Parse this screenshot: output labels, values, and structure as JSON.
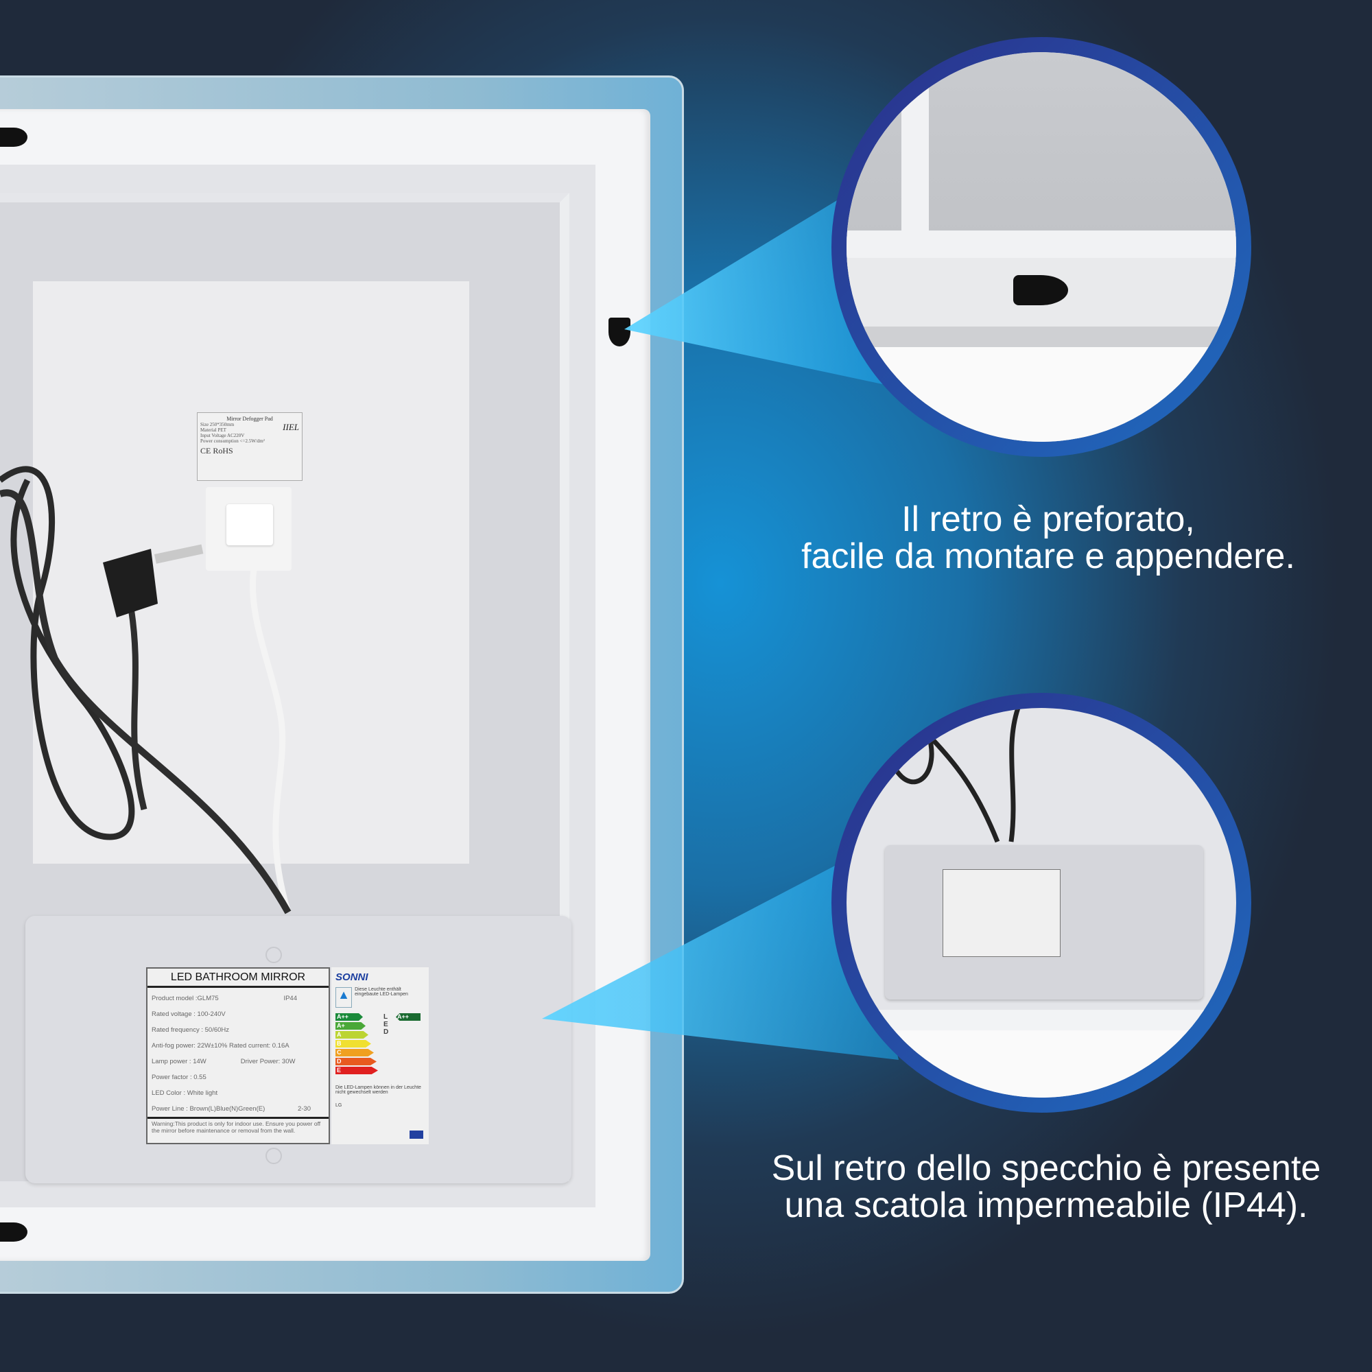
{
  "captions": {
    "top_line1": "Il retro è preforato,",
    "top_line2": "facile da montare e appendere.",
    "bottom_line1": "Sul retro dello specchio è presente",
    "bottom_line2": "una scatola impermeabile (IP44)."
  },
  "defogger_label": {
    "title": "Mirror Defogger Pad",
    "brand": "IIEL",
    "lines": [
      "Size 250*350mm",
      "Material PET",
      "Input Voltage AC220V",
      "Power consumption <=2.5W/dm²"
    ],
    "marks": "CE  RoHS"
  },
  "product_label": {
    "title": "LED BATHROOM  MIRROR",
    "rows": [
      [
        "Product model :GLM75",
        "IP44"
      ],
      [
        "Rated voltage : 100-240V",
        ""
      ],
      [
        "Rated frequency : 50/60Hz",
        ""
      ],
      [
        "Anti-fog power: 22W±10%",
        "Rated current: 0.16A"
      ],
      [
        "Lamp power : 14W",
        "Driver Power: 30W"
      ],
      [
        "Power factor : 0.55",
        ""
      ],
      [
        "LED Color : White light",
        ""
      ],
      [
        "Power Line : Brown(L)Blue(N)Green(E)",
        "2-30"
      ]
    ],
    "warning": "Warning:This product is only for indoor use. Ensure you power off the mirror before maintenance or removal from the wall."
  },
  "energy_label": {
    "brand": "SONNI",
    "lamp_text": "Diese Leuchte enthält eingebaute LED-Lampen",
    "classes": [
      "A++",
      "A+",
      "A",
      "B",
      "C",
      "D",
      "E"
    ],
    "led": "LED",
    "rating": "A++",
    "footer": "Die LED-Lampen können in der Leuchte nicht gewechselt werden",
    "code": "LG"
  },
  "colors": {
    "accent": "#1fa8e8",
    "ring": "#2b2f8a"
  }
}
